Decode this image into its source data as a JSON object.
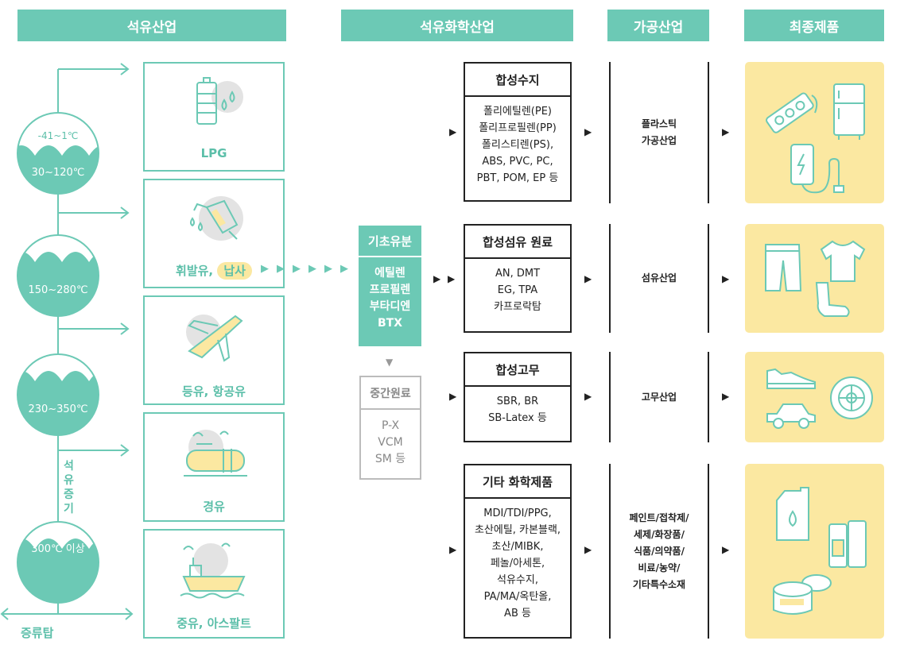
{
  "headers": {
    "petroleum": "석유산업",
    "petrochemical": "석유화학산업",
    "processing": "가공산업",
    "final": "최종제품"
  },
  "tower": {
    "stages": [
      {
        "top": "-41~1℃",
        "bottom": "30~120℃"
      },
      {
        "bottom": "150~280℃"
      },
      {
        "bottom": "230~350℃"
      },
      {
        "bottom": "300℃ 이상"
      }
    ],
    "steam_label": "석유증기",
    "tower_label": "증류탑"
  },
  "products": [
    {
      "label": "LPG",
      "icon": "fuel-tank-icon"
    },
    {
      "label_a": "휘발유, ",
      "label_b": "납사",
      "icon": "fuel-nozzle-icon"
    },
    {
      "label": "등유, 항공유",
      "icon": "airplane-icon"
    },
    {
      "label": "경유",
      "icon": "tank-truck-icon"
    },
    {
      "label": "중유, 아스팔트",
      "icon": "ship-icon"
    }
  ],
  "basic": {
    "title": "기초유분",
    "items": [
      "에틸렌",
      "프로필렌",
      "부타디엔",
      "BTX"
    ]
  },
  "intermediate": {
    "title": "중간원료",
    "items": [
      "P-X",
      "VCM",
      "SM 등"
    ]
  },
  "chem": [
    {
      "title": "합성수지",
      "items": [
        "폴리에틸렌(PE)",
        "폴리프로필렌(PP)",
        "폴리스티렌(PS),",
        "ABS, PVC, PC,",
        "PBT, POM, EP 등"
      ]
    },
    {
      "title": "합성섬유 원료",
      "items": [
        "AN, DMT",
        "EG, TPA",
        "카프로락탐"
      ]
    },
    {
      "title": "합성고무",
      "items": [
        "SBR, BR",
        "SB-Latex 등"
      ]
    },
    {
      "title": "기타 화학제품",
      "items": [
        "MDI/TDI/PPG,",
        "초산에틸, 카본블랙,",
        "초산/MIBK,",
        "페놀/아세톤,",
        "석유수지,",
        "PA/MA/옥탄올,",
        "AB 등"
      ]
    }
  ],
  "processing": [
    {
      "lines": [
        "플라스틱",
        "가공산업"
      ]
    },
    {
      "lines": [
        "섬유산업"
      ]
    },
    {
      "lines": [
        "고무산업"
      ]
    },
    {
      "lines": [
        "페인트/접착제/",
        "세제/화장품/",
        "식품/의약품/",
        "비료/농약/",
        "기타특수소재"
      ]
    }
  ],
  "final_icons": [
    [
      "power-strip-icon",
      "refrigerator-icon",
      "smartphone-charger-icon"
    ],
    [
      "pants-icon",
      "tshirt-icon",
      "sock-icon"
    ],
    [
      "sneaker-icon",
      "tire-icon",
      "car-icon"
    ],
    [
      "detergent-jug-icon",
      "cosmetic-bottles-icon",
      "cream-jar-icon"
    ]
  ],
  "colors": {
    "mint": "#6cc9b5",
    "yellow": "#fbe8a1",
    "grey": "#bcbcbc"
  }
}
